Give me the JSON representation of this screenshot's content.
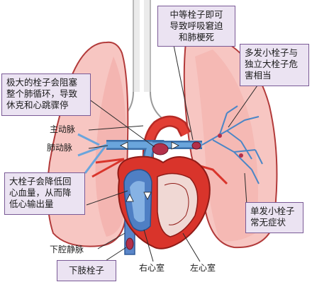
{
  "callouts": {
    "medium_embolus": "中等栓子即可\n导致呼吸窘迫\n和肺梗死",
    "multiple_small": "多发小栓子与\n独立大栓子危\n害相当",
    "large_embolus": "极大的栓子会阻塞\n整个肺循环，导致\n休克和心跳骤停",
    "reduce_output": "大栓子会降低回\n心血量，从而降\n低心输出量",
    "single_small": "单发小栓子\n常无症状",
    "lower_limb": "下肢栓子"
  },
  "labels": {
    "aorta": "主动脉",
    "pulmonary_artery": "肺动脉",
    "ivc": "下腔静脉",
    "right_ventricle": "右心室",
    "left_ventricle": "左心室"
  },
  "colors": {
    "lung_fill": "#f7c6c2",
    "lung_outline": "#b23a3a",
    "artery_blue": "#6aa5dc",
    "vessel_red": "#d9342b",
    "embolus": "#b3304a",
    "callout_fill": "#ebe3f2",
    "callout_border": "#7a5a96"
  }
}
